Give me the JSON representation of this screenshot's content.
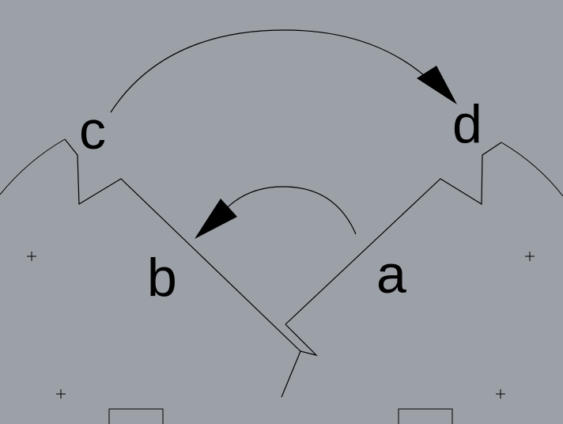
{
  "labels": {
    "a": "a",
    "b": "b",
    "c": "c",
    "d": "d"
  },
  "colors": {
    "background": "#9ca1a8",
    "stroke": "#000000"
  }
}
